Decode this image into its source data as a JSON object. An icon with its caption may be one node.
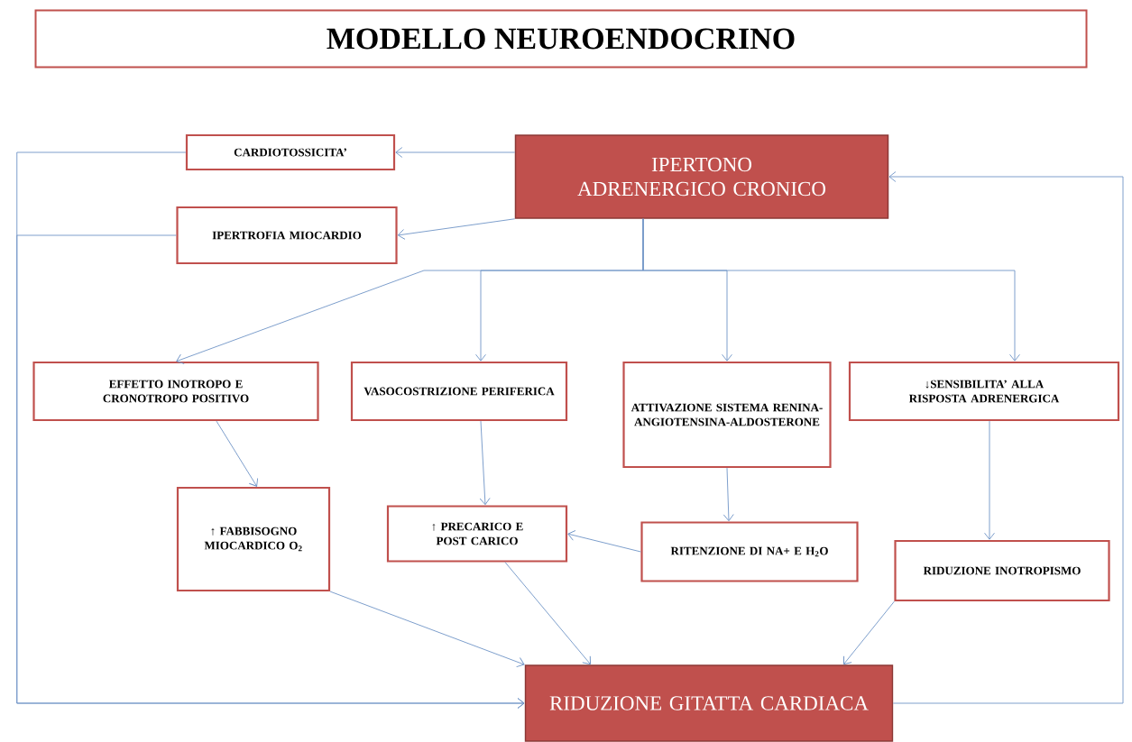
{
  "diagram": {
    "title": "MODELLO NEUROENDOCRINO",
    "nodes": [
      {
        "text": [
          "IPERTONO ADRENERGICO CRONICO"
        ]
      },
      {
        "text": [
          "CARDIOTOSSICITA’"
        ]
      },
      {
        "text": [
          "IPERTROFIA MIOCARDIO"
        ]
      },
      {
        "text": [
          "EFFETTO INOTROPO E CRONOTROPO POSITIVO"
        ]
      },
      {
        "text": [
          "VASOCOSTRIZIONE PERIFERICA"
        ]
      },
      {
        "text": [
          "ATTIVAZIONE SISTEMA RENINA-ANGIOTENSINA-ALDOSTERONE"
        ]
      },
      {
        "text": [
          "↓SENSIBILITA’ ALLA RISPOSTA ADRENERGICA"
        ]
      },
      {
        "text": [
          "↑ FABBISOGNO MIOCARDICO O$_{2}$"
        ]
      },
      {
        "text": [
          "↑ PRECARICO E POST CARICO"
        ]
      },
      {
        "text": [
          "RITENZIONE DI NA+ E H$_{2}$O"
        ]
      },
      {
        "text": [
          "RIDUZIONE INOTROPISMO"
        ]
      },
      {
        "text": [
          "RIDUZIONE GITATTA CARDIACA"
        ]
      }
    ],
    "edges": [
      {
        "from": 0,
        "to": 1,
        "arrow": "to"
      },
      {
        "from": 0,
        "to": 2,
        "arrow": "to"
      },
      {
        "from": 0,
        "to": 3,
        "arrow": "to"
      },
      {
        "from": 0,
        "to": 4,
        "arrow": "to"
      },
      {
        "from": 0,
        "to": 5,
        "arrow": "to"
      },
      {
        "from": 0,
        "to": 6,
        "arrow": "to"
      },
      {
        "from": 3,
        "to": 7,
        "arrow": "to"
      },
      {
        "from": 4,
        "to": 8,
        "arrow": "to"
      },
      {
        "from": 5,
        "to": 9,
        "arrow": "to"
      },
      {
        "from": 9,
        "to": 8,
        "arrow": "to"
      },
      {
        "from": 6,
        "to": 10,
        "arrow": "to"
      },
      {
        "from": 7,
        "to": 11,
        "arrow": "to"
      },
      {
        "from": 8,
        "to": 11,
        "arrow": "to"
      },
      {
        "from": 10,
        "to": 11,
        "arrow": "to"
      },
      {
        "from": 1,
        "to": 11,
        "arrow": "to"
      },
      {
        "from": 2,
        "to": 11,
        "arrow": "to"
      },
      {
        "from": 11,
        "to": 0,
        "arrow": "to"
      }
    ]
  }
}
